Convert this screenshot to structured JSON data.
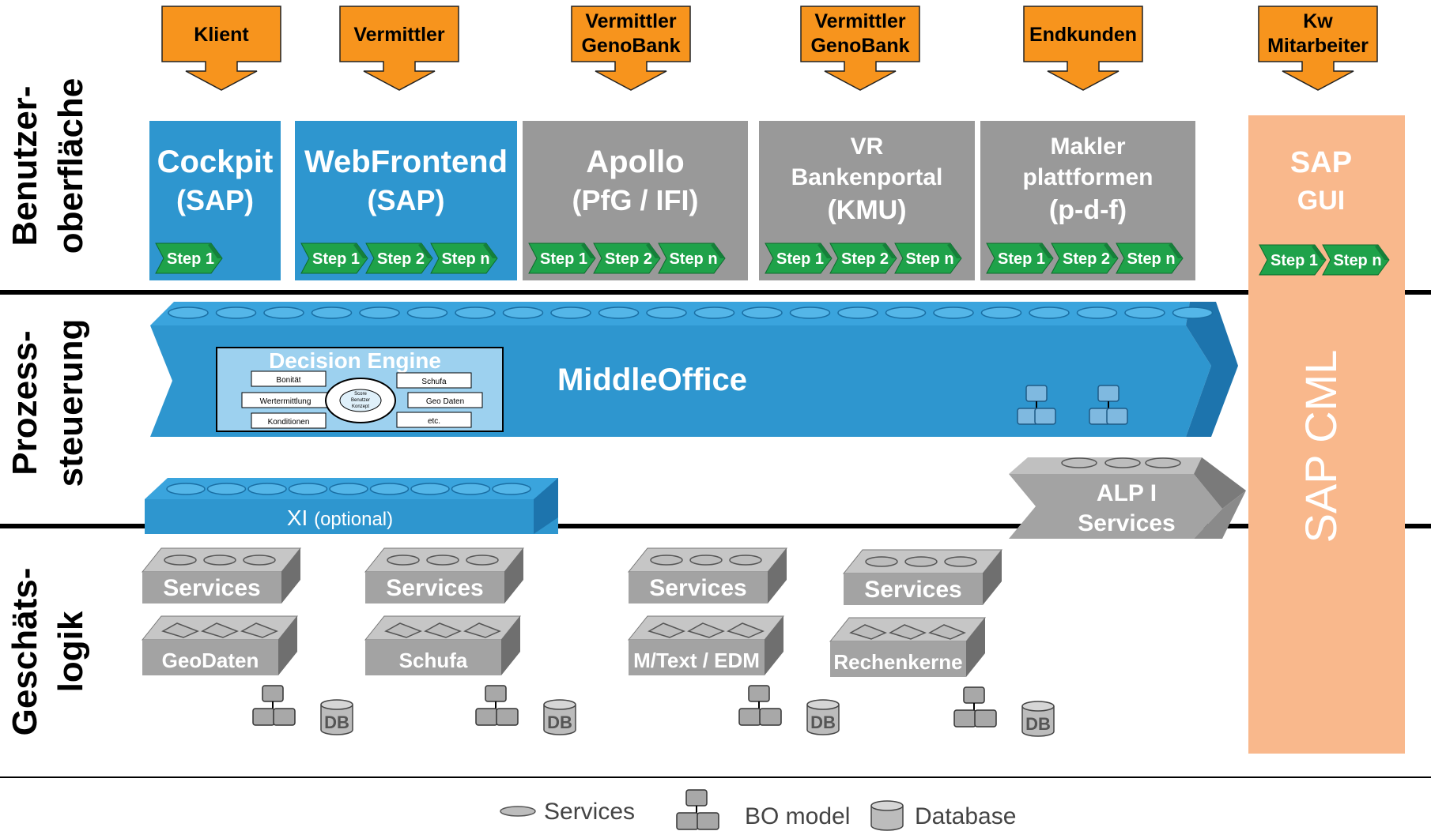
{
  "layers": [
    {
      "name": "layer-ui",
      "lines": [
        "Benutzer-",
        "oberfläche"
      ]
    },
    {
      "name": "layer-process",
      "lines": [
        "Prozess-",
        "steuerung"
      ]
    },
    {
      "name": "layer-logic",
      "lines": [
        "Geschäts-",
        "logik"
      ]
    }
  ],
  "actors": [
    {
      "lines": [
        "Klient"
      ]
    },
    {
      "lines": [
        "Vermittler"
      ]
    },
    {
      "lines": [
        "Vermittler",
        "GenoBank"
      ]
    },
    {
      "lines": [
        "Vermittler",
        "GenoBank"
      ]
    },
    {
      "lines": [
        "Endkunden"
      ]
    },
    {
      "lines": [
        "Kw",
        "Mitarbeiter"
      ]
    }
  ],
  "frontends": [
    {
      "title": [
        "Cockpit",
        "(SAP)"
      ],
      "steps": [
        "Step 1"
      ],
      "color": "#2e96cf"
    },
    {
      "title": [
        "WebFrontend",
        "(SAP)"
      ],
      "steps": [
        "Step 1",
        "Step 2",
        "Step n"
      ],
      "color": "#2e96cf"
    },
    {
      "title": [
        "Apollo",
        "(PfG / IFI)"
      ],
      "steps": [
        "Step 1",
        "Step 2",
        "Step n"
      ],
      "color": "#999999"
    },
    {
      "title": [
        "VR",
        "Bankenportal",
        "(KMU)"
      ],
      "steps": [
        "Step 1",
        "Step 2",
        "Step n"
      ],
      "color": "#999999"
    },
    {
      "title": [
        "Makler",
        "plattformen",
        "(p-d-f)"
      ],
      "steps": [
        "Step 1",
        "Step 2",
        "Step n"
      ],
      "color": "#999999"
    }
  ],
  "sap_gui": {
    "title": [
      "SAP",
      "GUI"
    ],
    "steps": [
      "Step 1",
      "Step n"
    ],
    "vertical": "SAP CML",
    "color": "#f9b88c"
  },
  "middle_office": {
    "label": "MiddleOffice"
  },
  "decision_engine": {
    "title": "Decision Engine",
    "left": [
      "Bonität",
      "Wertermittlung",
      "Konditionen"
    ],
    "right": [
      "Schufa",
      "Geo Daten",
      "etc."
    ],
    "center": [
      "Score",
      "Benutzer",
      "Konzept"
    ]
  },
  "xi": {
    "label": "XI",
    "suffix": "(optional)"
  },
  "alp": {
    "lines": [
      "ALP I",
      "Services"
    ]
  },
  "service_groups": [
    {
      "services": "Services",
      "backend": "GeoDaten"
    },
    {
      "services": "Services",
      "backend": "Schufa"
    },
    {
      "services": "Services",
      "backend": "M/Text / EDM"
    },
    {
      "services": "Services",
      "backend": "Rechenkerne"
    }
  ],
  "db_label": "DB",
  "legend": [
    {
      "icon": "service-icon",
      "label": "Services"
    },
    {
      "icon": "bo-model-icon",
      "label": "BO model"
    },
    {
      "icon": "database-icon",
      "label": "Database"
    }
  ],
  "colors": {
    "actor": "#f7941d",
    "blue": "#2e96cf",
    "blue_dark": "#1d74ad",
    "gray": "#999999",
    "step": "#1fa24a",
    "sap": "#f9b88c"
  }
}
